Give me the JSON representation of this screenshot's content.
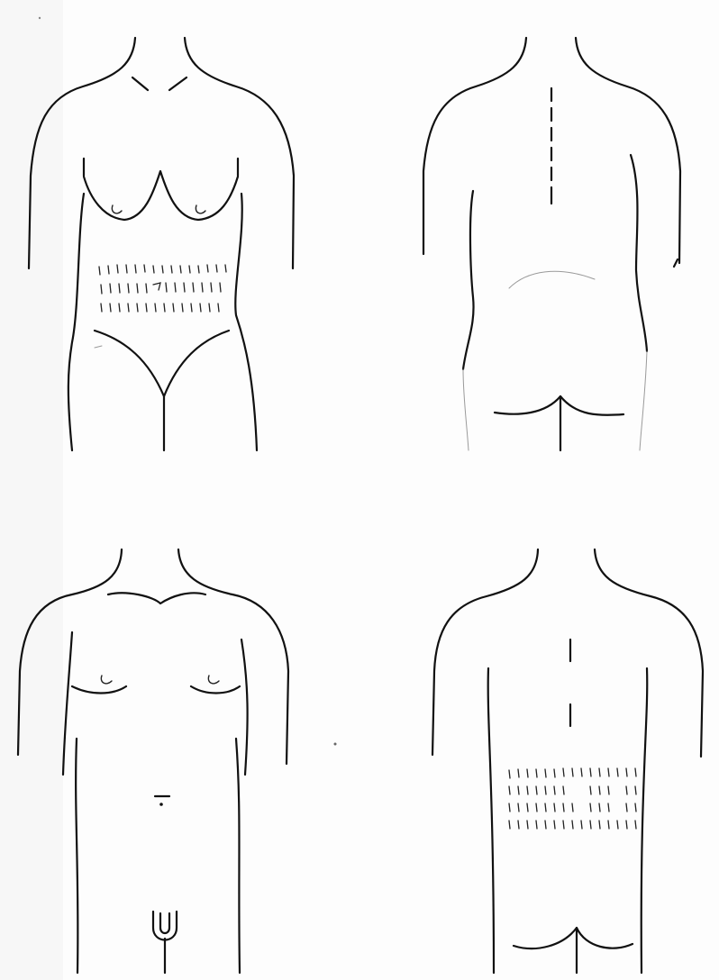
{
  "figures": [
    {
      "id": "female-front",
      "view": "front",
      "sex": "female",
      "marked_region": "abdomen"
    },
    {
      "id": "female-back",
      "view": "back",
      "sex": "female",
      "marked_region": "none"
    },
    {
      "id": "male-front",
      "view": "front",
      "sex": "male",
      "marked_region": "none"
    },
    {
      "id": "male-back",
      "view": "back",
      "sex": "male",
      "marked_region": "lower-back"
    }
  ],
  "mark_style": "short vertical hatch strokes",
  "colors": {
    "line": "#111111",
    "paper": "#fdfdfd"
  }
}
